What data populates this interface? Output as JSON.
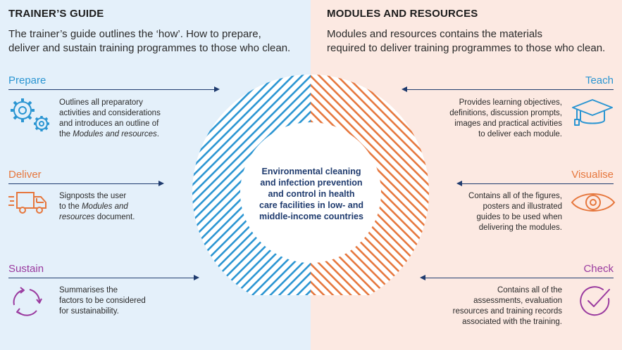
{
  "left": {
    "heading": "TRAINER’S GUIDE",
    "intro_line1": "The trainer’s guide outlines the ‘how’. How to prepare,",
    "intro_line2": "deliver and sustain training programmes to those who clean.",
    "items": [
      {
        "label": "Prepare",
        "icon": "gears-icon",
        "line1": "Outlines all preparatory",
        "line2": "activities and considerations",
        "line3": "and introduces an outline of",
        "line4_pre": "the ",
        "line4_em": "Modules and resources",
        "line4_post": "."
      },
      {
        "label": "Deliver",
        "icon": "delivery-truck-icon",
        "line1": "Signposts the user",
        "line2_pre": "to the ",
        "line2_em": "Modules and",
        "line3_em": "resources",
        "line3_post": " document."
      },
      {
        "label": "Sustain",
        "icon": "recycle-arrows-icon",
        "line1": "Summarises the",
        "line2": "factors to be considered",
        "line3": "for sustainability."
      }
    ]
  },
  "right": {
    "heading": "MODULES AND RESOURCES",
    "intro_line1": "Modules and resources contains the materials",
    "intro_line2": "required to deliver training programmes to those who clean.",
    "items": [
      {
        "label": "Teach",
        "icon": "graduation-cap-icon",
        "lines": [
          "Provides learning objectives,",
          "definitions, discussion prompts,",
          "images and practical activities",
          "to deliver each module."
        ]
      },
      {
        "label": "Visualise",
        "icon": "eye-icon",
        "lines": [
          "Contains all of the figures,",
          "posters and illustrated",
          "guides to be used when",
          "delivering the modules."
        ]
      },
      {
        "label": "Check",
        "icon": "check-circle-icon",
        "lines": [
          "Contains all of the",
          "assessments, evaluation",
          "resources and training records",
          "associated with the training."
        ]
      }
    ]
  },
  "center": {
    "lines": [
      "Environmental cleaning",
      "and infection prevention",
      "and control in health",
      "care facilities in low- and",
      "middle-income countries"
    ]
  },
  "colors": {
    "left_bg": "#e4f0fa",
    "right_bg": "#fce9e2",
    "blue": "#2a95d2",
    "orange": "#e6773d",
    "purple": "#9a3a9f",
    "navy": "#1f3b6e"
  }
}
